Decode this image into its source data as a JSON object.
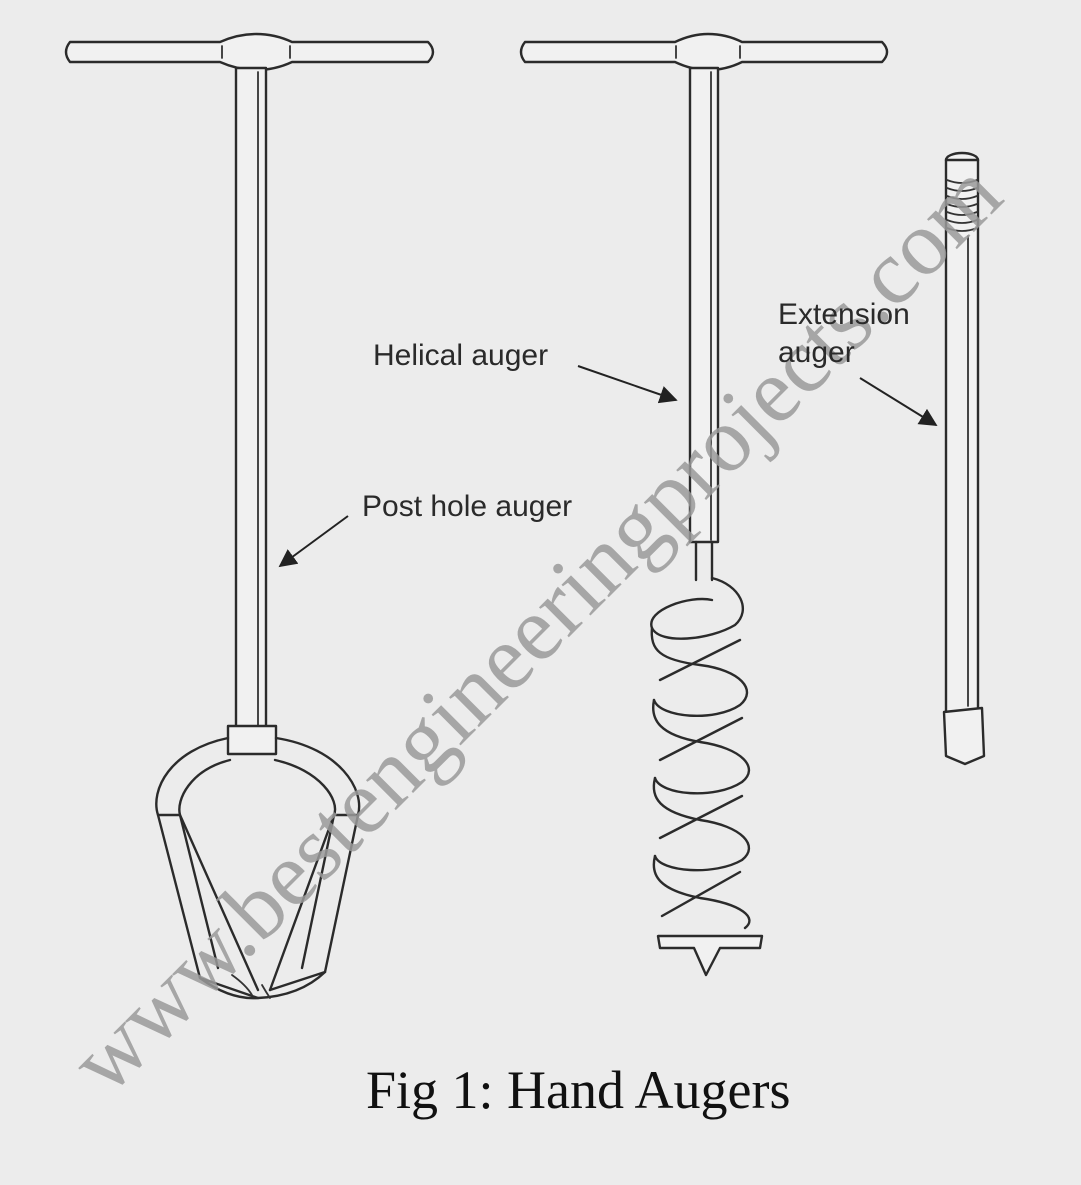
{
  "labels": {
    "post_hole": "Post hole auger",
    "helical": "Helical auger",
    "extension_line1": "Extension",
    "extension_line2": "auger"
  },
  "caption": "Fig 1: Hand Augers",
  "watermark": "www.bestengineeringprojects.com",
  "colors": {
    "background": "#ececec",
    "ink": "#2b2b2b",
    "watermark": "#9a9a9a"
  }
}
